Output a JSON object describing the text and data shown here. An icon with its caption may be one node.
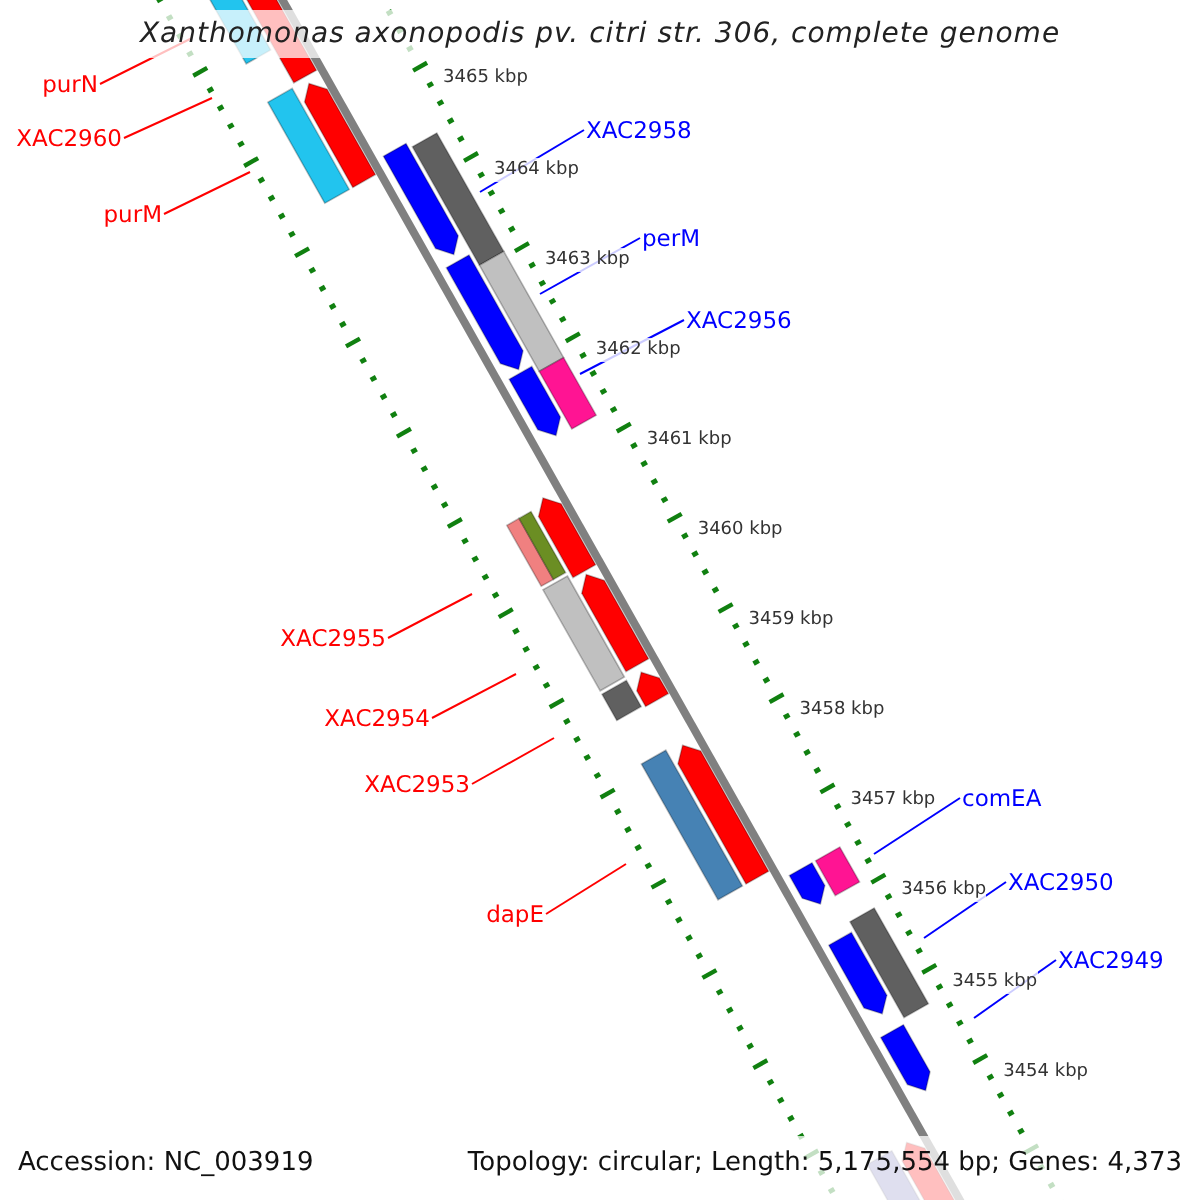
{
  "diagram": {
    "title": "Xanthomonas axonopodis pv. citri str. 306, complete genome",
    "nodes": [
      {
        "text": [
          "purN"
        ]
      },
      {
        "text": [
          "XAC2958"
        ]
      },
      {
        "text": [
          "XAC2960"
        ]
      },
      {
        "text": [
          "purM"
        ]
      },
      {
        "text": [
          "perM"
        ]
      },
      {
        "text": [
          "XAC2956"
        ]
      },
      {
        "text": [
          "XAC2955"
        ]
      },
      {
        "text": [
          "XAC2954"
        ]
      },
      {
        "text": [
          "XAC2953"
        ]
      },
      {
        "text": [
          "comEA"
        ]
      },
      {
        "text": [
          "XAC2950"
        ]
      },
      {
        "text": [
          "dapE"
        ]
      },
      {
        "text": [
          "XAC2949"
        ]
      }
    ],
    "edges": [
      {
        "from": 0,
        "to": null,
        "arrow": "none"
      },
      {
        "from": 1,
        "to": null,
        "arrow": "none",
        "color": "#0000ff"
      },
      {
        "from": 2,
        "to": null,
        "arrow": "none"
      },
      {
        "from": 3,
        "to": null,
        "arrow": "none"
      },
      {
        "from": 4,
        "to": null,
        "arrow": "none",
        "color": "#0000ff"
      },
      {
        "from": 5,
        "to": null,
        "arrow": "none",
        "color": "#0000ff"
      },
      {
        "from": 6,
        "to": null,
        "arrow": "none"
      },
      {
        "from": 7,
        "to": null,
        "arrow": "none"
      },
      {
        "from": 8,
        "to": null,
        "arrow": "none"
      },
      {
        "from": 9,
        "to": null,
        "arrow": "none",
        "color": "#0000ff"
      },
      {
        "from": 10,
        "to": null,
        "arrow": "none",
        "color": "#0000ff"
      },
      {
        "from": 11,
        "to": null,
        "arrow": "none"
      },
      {
        "from": 12,
        "to": null,
        "arrow": "none",
        "color": "#0000ff"
      }
    ],
    "labels": [
      "3465 kbp",
      "3464 kbp",
      "3463 kbp",
      "3462 kbp",
      "3461 kbp",
      "3460 kbp",
      "3459 kbp",
      "3458 kbp",
      "3457 kbp",
      "3456 kbp",
      "3455 kbp",
      "3454 kbp",
      "Accession: NC_003919",
      "Topology: circular; Length: 5,175,554 bp; Genes: 4,373"
    ]
  }
}
